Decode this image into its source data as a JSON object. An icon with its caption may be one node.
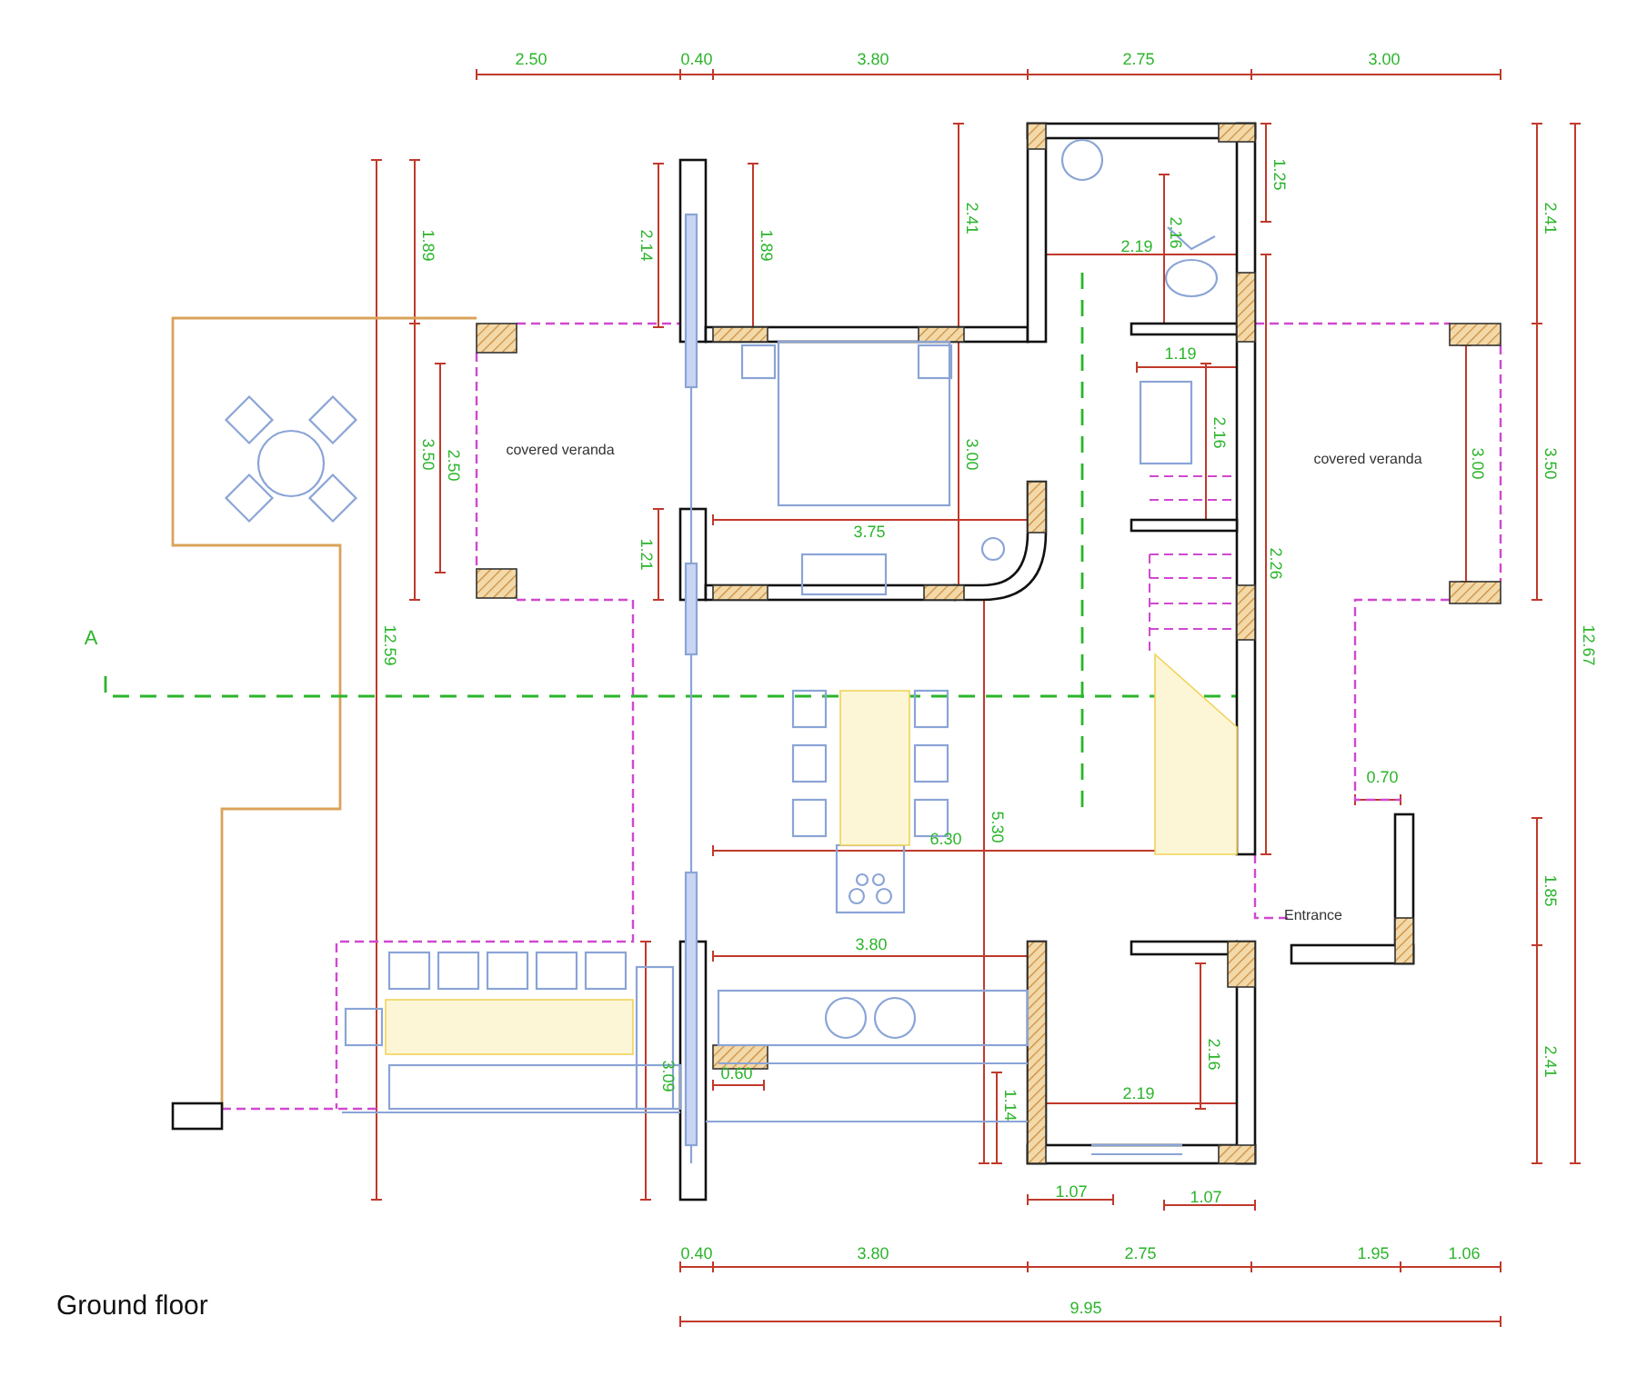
{
  "diagram": {
    "caption": "Ground floor",
    "labels": [
      "2.50",
      "0.40",
      "3.80",
      "2.75",
      "3.00",
      "1.25",
      "1.89",
      "2.14",
      "1.89",
      "2.41",
      "2.41",
      "2.16",
      "2.19",
      "covered veranda",
      "3.50",
      "2.50",
      "3.00",
      "1.19",
      "2.16",
      "covered veranda",
      "3.00",
      "3.50",
      "1.21",
      "3.75",
      "2.26",
      "12.67",
      "A",
      "12.59",
      "5.30",
      "6.30",
      "0.70",
      "Entrance",
      "1.85",
      "3.80",
      "2.16",
      "3.09",
      "2.41",
      "0.60",
      "1.14",
      "2.19",
      "1.07",
      "1.07",
      "0.40",
      "3.80",
      "2.75",
      "1.95",
      "1.06",
      "9.95"
    ]
  }
}
